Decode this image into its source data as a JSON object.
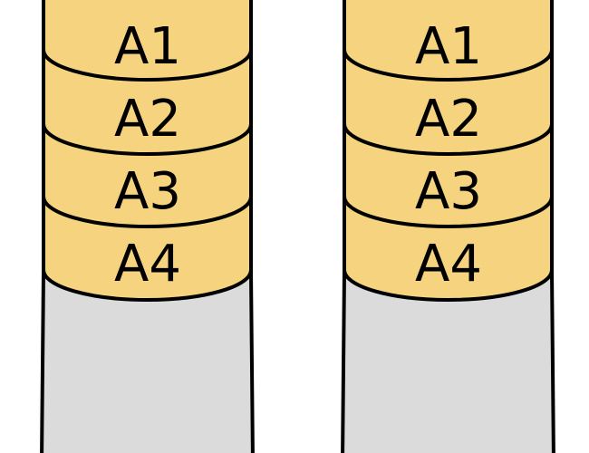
{
  "colors": {
    "block_fill": "#f5d37f",
    "disk_fill": "#dbdbdb",
    "stroke": "#000000",
    "background": "#ffffff"
  },
  "disks": [
    {
      "blocks": [
        "A1",
        "A2",
        "A3",
        "A4"
      ]
    },
    {
      "blocks": [
        "A1",
        "A2",
        "A3",
        "A4"
      ]
    }
  ]
}
